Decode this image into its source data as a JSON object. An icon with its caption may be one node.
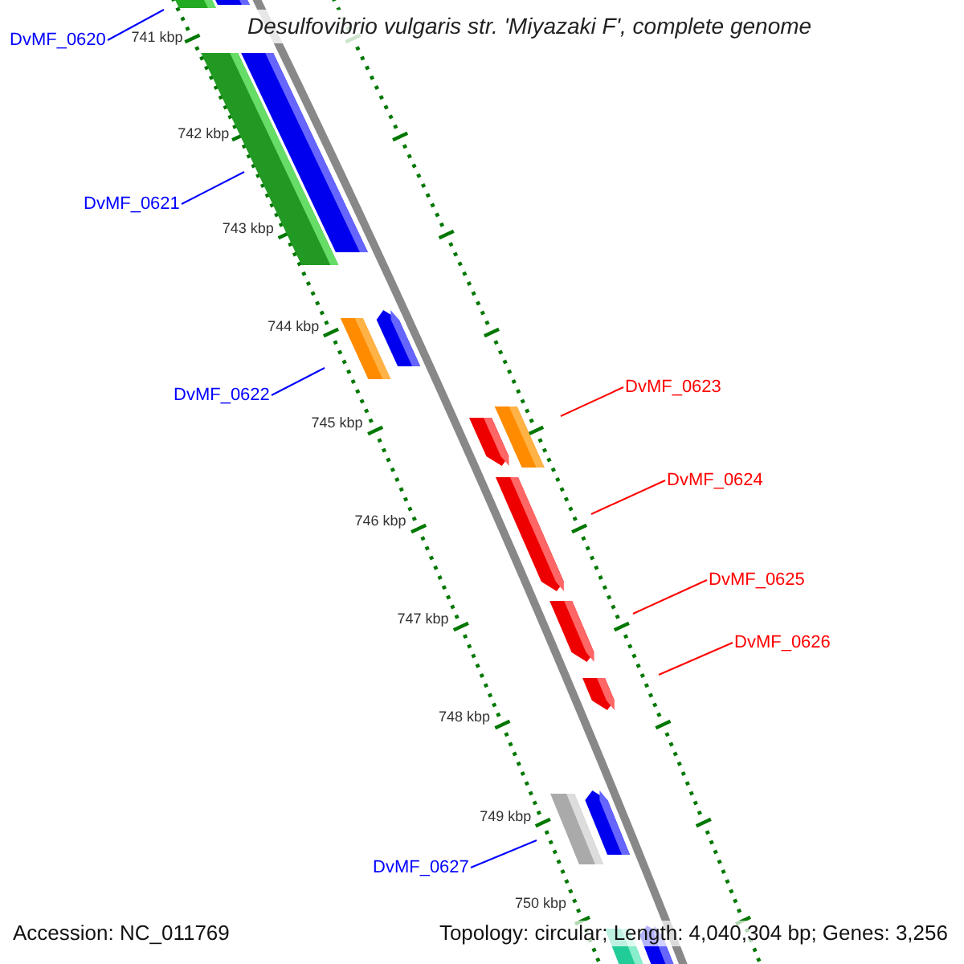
{
  "diagram": {
    "title": "Desulfovibrio vulgaris str. 'Miyazaki F', complete genome",
    "nodes": [
      {
        "text": [
          "DvMF_0620"
        ]
      },
      {
        "text": [
          "DvMF_0621"
        ]
      },
      {
        "text": [
          "DvMF_0622"
        ]
      },
      {
        "text": [
          "DvMF_0623"
        ]
      },
      {
        "text": [
          "DvMF_0624"
        ]
      },
      {
        "text": [
          "DvMF_0625"
        ]
      },
      {
        "text": [
          "DvMF_0626"
        ]
      },
      {
        "text": [
          "DvMF_0627"
        ]
      }
    ],
    "edges": [
      {
        "from": 0,
        "to": null,
        "arrow": "none"
      },
      {
        "from": 1,
        "to": null,
        "arrow": "none"
      },
      {
        "from": 2,
        "to": null,
        "arrow": "none"
      },
      {
        "from": 3,
        "to": null,
        "arrow": "none",
        "color": "#ff0000"
      },
      {
        "from": 4,
        "to": null,
        "arrow": "none",
        "color": "#ff0000"
      },
      {
        "from": 5,
        "to": null,
        "arrow": "none",
        "color": "#ff0000"
      },
      {
        "from": 6,
        "to": null,
        "arrow": "none",
        "color": "#ff0000"
      },
      {
        "from": 7,
        "to": null,
        "arrow": "none"
      }
    ],
    "labels": [
      "741 kbp",
      "742 kbp",
      "743 kbp",
      "744 kbp",
      "745 kbp",
      "746 kbp",
      "747 kbp",
      "748 kbp",
      "749 kbp",
      "750 kbp",
      "Accession: NC_011769",
      "Topology: circular; Length: 4,040,304 bp; Genes: 3,256"
    ]
  }
}
